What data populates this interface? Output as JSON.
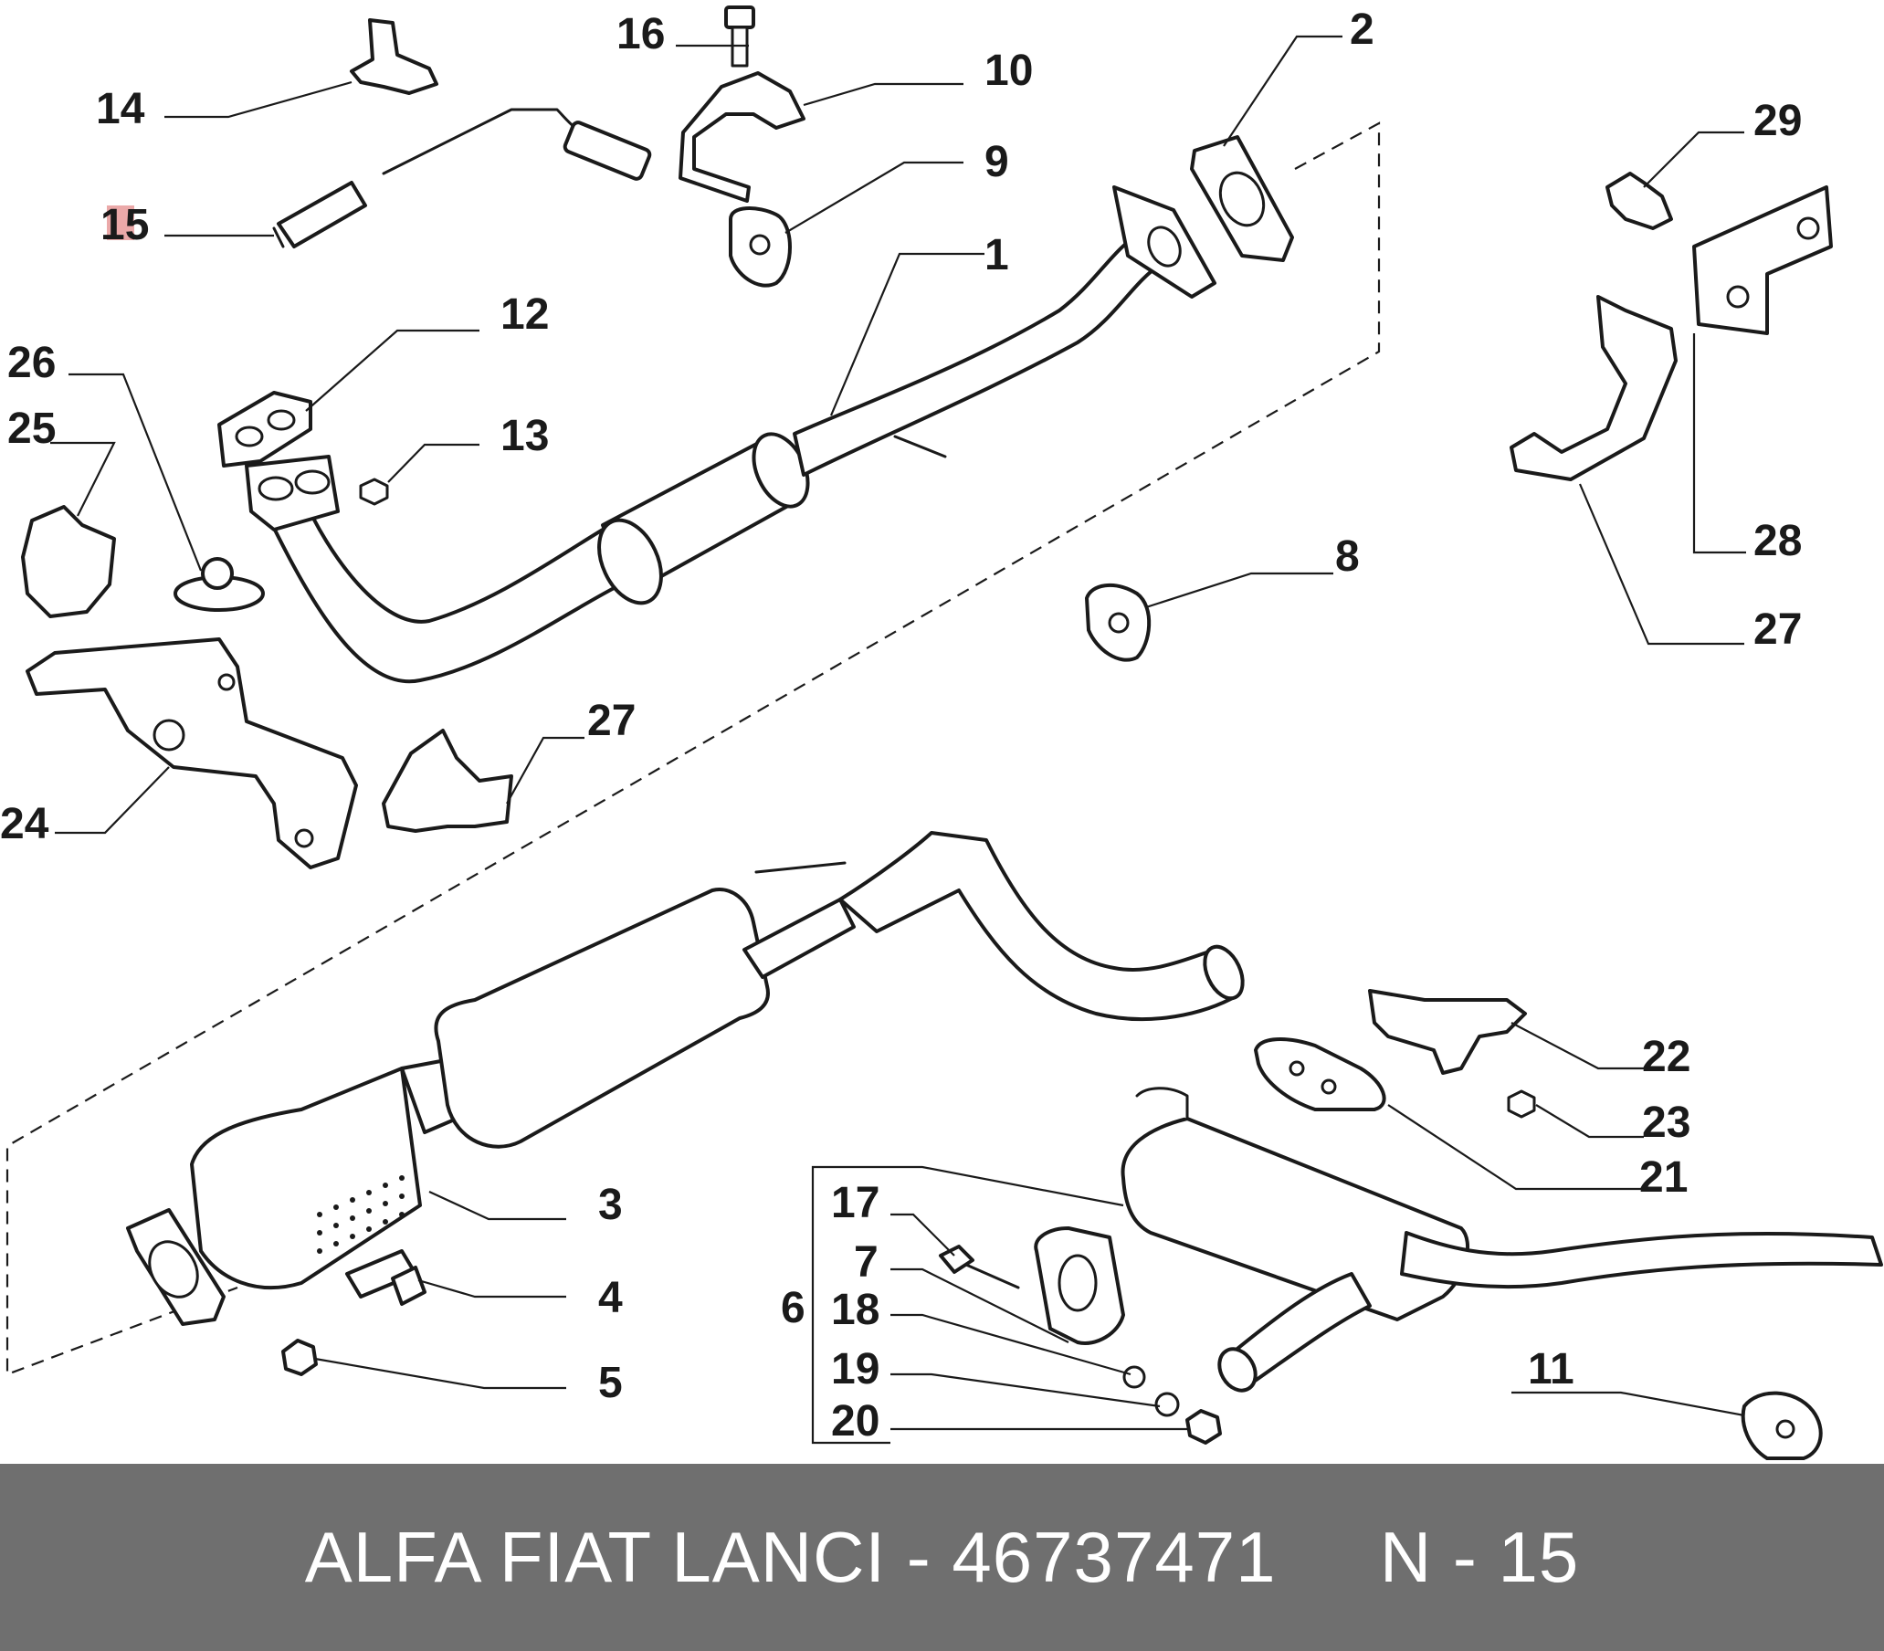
{
  "callouts": [
    {
      "id": "1",
      "label": "1"
    },
    {
      "id": "2",
      "label": "2"
    },
    {
      "id": "3",
      "label": "3"
    },
    {
      "id": "4",
      "label": "4"
    },
    {
      "id": "5",
      "label": "5"
    },
    {
      "id": "6",
      "label": "6"
    },
    {
      "id": "7",
      "label": "7"
    },
    {
      "id": "8",
      "label": "8"
    },
    {
      "id": "9",
      "label": "9"
    },
    {
      "id": "10",
      "label": "10"
    },
    {
      "id": "11",
      "label": "11"
    },
    {
      "id": "12",
      "label": "12"
    },
    {
      "id": "13",
      "label": "13"
    },
    {
      "id": "14",
      "label": "14"
    },
    {
      "id": "15",
      "label": "15",
      "highlighted": true
    },
    {
      "id": "16",
      "label": "16"
    },
    {
      "id": "17",
      "label": "17"
    },
    {
      "id": "18",
      "label": "18"
    },
    {
      "id": "19",
      "label": "19"
    },
    {
      "id": "20",
      "label": "20"
    },
    {
      "id": "21",
      "label": "21"
    },
    {
      "id": "22",
      "label": "22"
    },
    {
      "id": "23",
      "label": "23"
    },
    {
      "id": "24",
      "label": "24"
    },
    {
      "id": "25",
      "label": "25"
    },
    {
      "id": "26",
      "label": "26"
    },
    {
      "id": "27a",
      "label": "27"
    },
    {
      "id": "27b",
      "label": "27"
    },
    {
      "id": "28",
      "label": "28"
    },
    {
      "id": "29",
      "label": "29"
    }
  ],
  "highlight_color": "#e89a9a",
  "footer": {
    "brand": "ALFA FIAT LANCI",
    "separator": "-",
    "part_number": "46737471",
    "position": "N - 15",
    "background": "#6f6f6f"
  }
}
